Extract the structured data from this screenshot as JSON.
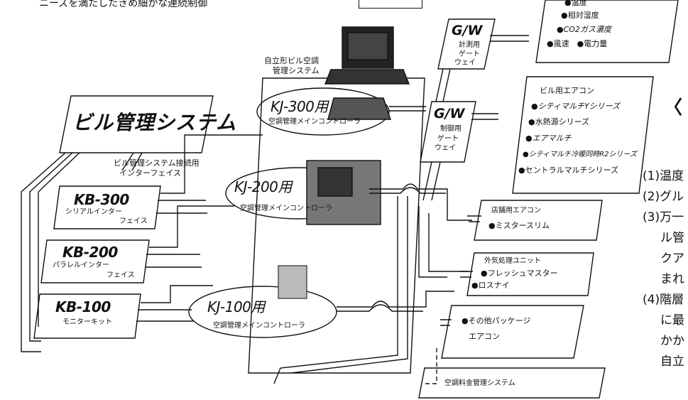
{
  "header": {
    "partial_text": "ニーズを満たしたきめ細かな連続制御"
  },
  "sensor_list": [
    "●温度",
    "●相対湿度",
    "●CO2ガス濃度",
    "●風速　●電力量"
  ],
  "building_mgmt": {
    "title": "ビル管理システム",
    "connect_label_1": "ビル管理システム接続用",
    "connect_label_2": "インターフェイス"
  },
  "kb": [
    {
      "model": "KB-300",
      "desc_1": "シリアルインター",
      "desc_2": "フェイス"
    },
    {
      "model": "KB-200",
      "desc_1": "パラレルインター",
      "desc_2": "フェイス"
    },
    {
      "model": "KB-100",
      "desc_1": "モニターキット"
    }
  ],
  "standalone": {
    "title_1": "自立形ビル空調",
    "title_2": "管理システム"
  },
  "kj": [
    {
      "model": "KJ-300用",
      "sub": "空調管理メインコントローラ"
    },
    {
      "model": "KJ-200用",
      "sub": "空調管理メインコントローラ"
    },
    {
      "model": "KJ-100用",
      "sub": "空調管理メインコントローラ"
    }
  ],
  "gw_measure": {
    "title": "G/W",
    "l1": "計測用",
    "l2": "ゲート",
    "l3": "ウェイ"
  },
  "gw_control": {
    "title": "G/W",
    "l1": "制御用",
    "l2": "ゲート",
    "l3": "ウェイ"
  },
  "building_ac": {
    "title": "ビル用エアコン",
    "items": [
      "●シティマルチYシリーズ",
      "●水熱源シリーズ",
      "●エアマルチ",
      "●シティマルチ冷暖同時R2シリーズ",
      "●セントラルマルチシリーズ"
    ]
  },
  "store_ac": {
    "title": "店舗用エアコン",
    "items": [
      "●ミスタースリム"
    ]
  },
  "outdoor_unit": {
    "title": "外気処理ユニット",
    "items": [
      "●フレッシュマスター",
      "●ロスナイ"
    ]
  },
  "other_package": {
    "line1": "●その他パッケージ",
    "line2": "エアコン"
  },
  "billing": {
    "title": "空調料金管理システム"
  },
  "right_text": {
    "heading_glyph": "〈",
    "lines": [
      "(1)温度",
      "(2)グル",
      "(3)万一",
      "ル管",
      "クア",
      "まれ",
      "(4)階層",
      "に最",
      "かか",
      "自立"
    ]
  }
}
